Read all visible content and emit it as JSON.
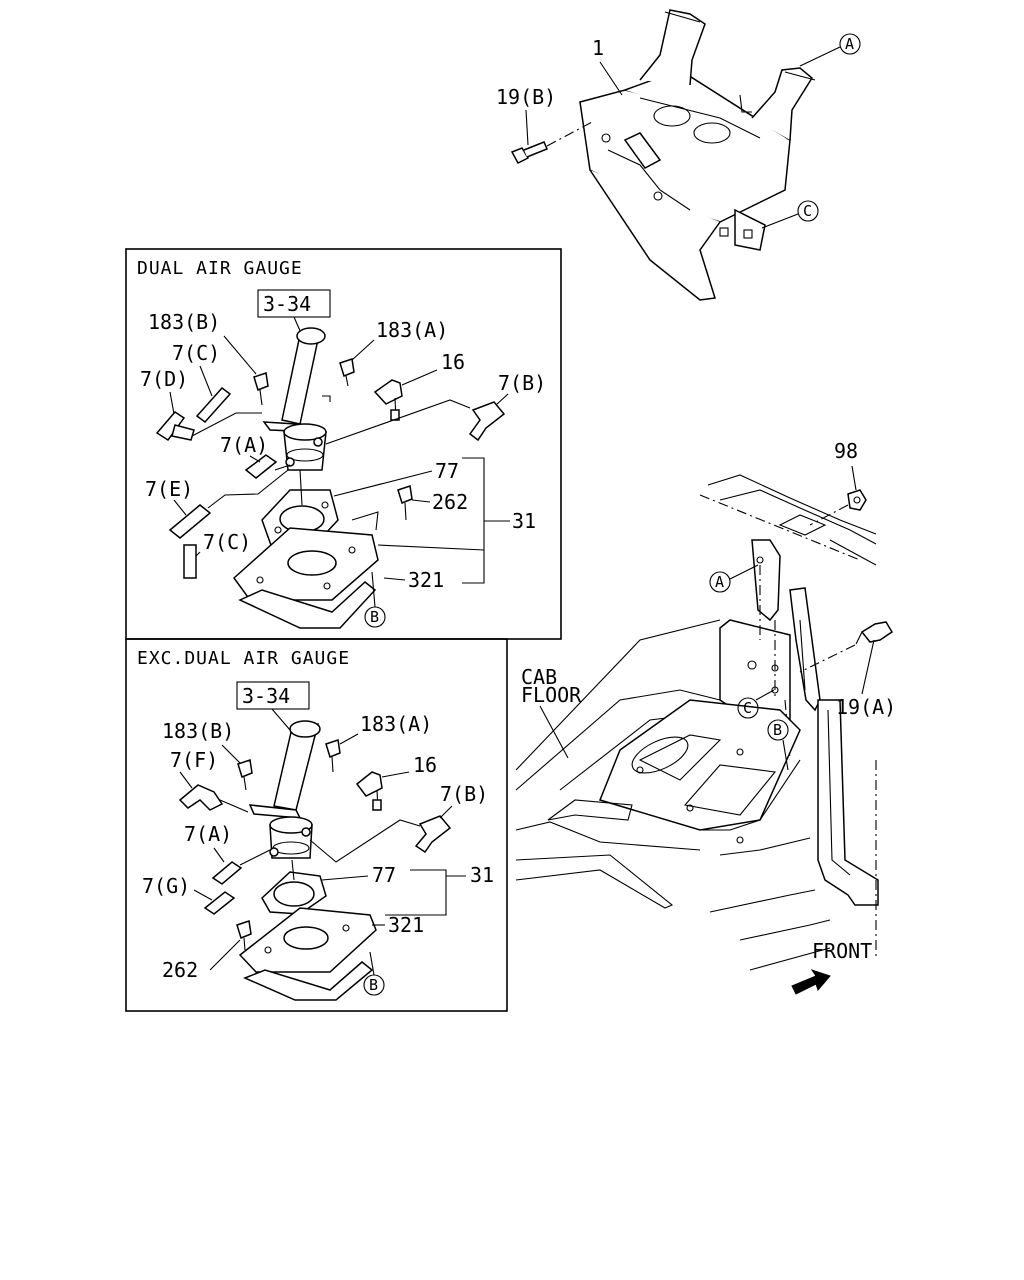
{
  "panels": {
    "dual": {
      "title": "DUAL AIR GAUGE",
      "ref_box": "3-34"
    },
    "exc": {
      "title": "EXC.DUAL AIR GAUGE",
      "ref_box": "3-34"
    }
  },
  "labels": {
    "bracket_1": "1",
    "bolt_19b": "19(B)",
    "circle_a": "A",
    "circle_b": "B",
    "circle_c": "C",
    "p183b": "183(B)",
    "p183a": "183(A)",
    "p16": "16",
    "p7c": "7(C)",
    "p7d": "7(D)",
    "p7b": "7(B)",
    "p7a": "7(A)",
    "p7e": "7(E)",
    "p7f": "7(F)",
    "p7g": "7(G)",
    "p77": "77",
    "p262": "262",
    "p31": "31",
    "p321": "321",
    "p98": "98",
    "p19a": "19(A)",
    "cab": "CAB",
    "floor": "FLOOR",
    "front": "FRONT"
  }
}
